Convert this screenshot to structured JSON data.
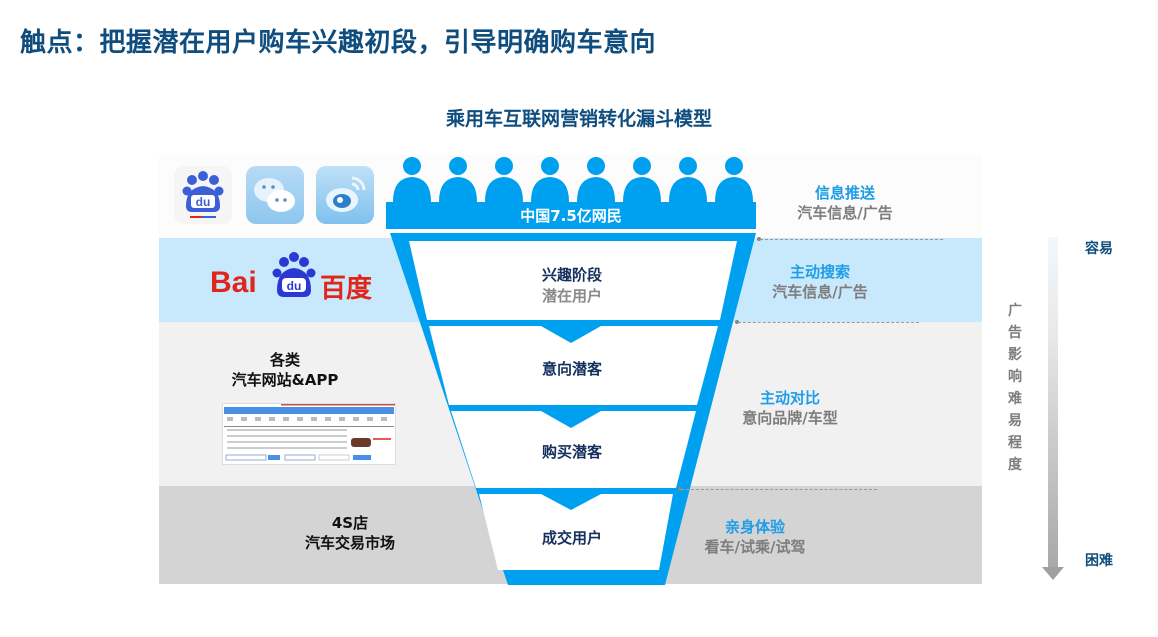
{
  "page_title": "触点：把握潜在用户购车兴趣初段，引导明确购车意向",
  "diagram": {
    "title": "乘用车互联网营销转化漏斗模型",
    "population_label": "中国7.5亿网民",
    "people_icon_count": 8,
    "colors": {
      "funnel_blue": "#00a0f0",
      "title_navy": "#0f4d7e",
      "accent_blue": "#1f9de6",
      "band_top": "#fcfcfc",
      "band_lightblue": "#c8e9fb",
      "band_lightgray": "#f1f1f1",
      "band_gray": "#d4d4d4"
    },
    "channels": [
      {
        "name": "social-apps",
        "icons": [
          "baidu-app-icon",
          "wechat-app-icon",
          "weibo-app-icon"
        ]
      },
      {
        "name": "baidu-search",
        "logo_text_latin": "Bai",
        "logo_text_du": "du",
        "logo_text_cn": "百度"
      },
      {
        "name": "auto-websites",
        "line1": "各类",
        "line2": "汽车网站&APP"
      },
      {
        "name": "dealers",
        "line1": "4S店",
        "line2": "汽车交易市场"
      }
    ],
    "stages": [
      {
        "title": "兴趣阶段",
        "subtitle": "潜在用户"
      },
      {
        "title": "意向潜客",
        "subtitle": ""
      },
      {
        "title": "购买潜客",
        "subtitle": ""
      },
      {
        "title": "成交用户",
        "subtitle": ""
      }
    ],
    "behaviors": [
      {
        "title": "信息推送",
        "subtitle": "汽车信息/广告"
      },
      {
        "title": "主动搜索",
        "subtitle": "汽车信息/广告"
      },
      {
        "title": "主动对比",
        "subtitle": "意向品牌/车型"
      },
      {
        "title": "亲身体验",
        "subtitle": "看车/试乘/试驾"
      }
    ],
    "difficulty_axis": {
      "label": "广告影响难易程度",
      "top": "容易",
      "bottom": "困难"
    }
  }
}
